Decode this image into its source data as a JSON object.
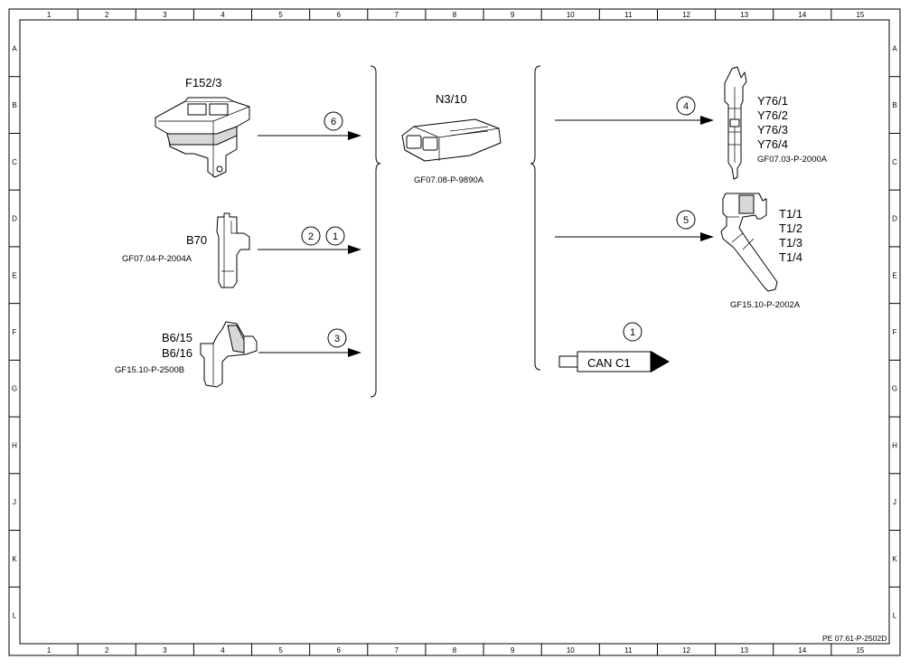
{
  "grid": {
    "columns": [
      "1",
      "2",
      "3",
      "4",
      "5",
      "6",
      "7",
      "8",
      "9",
      "10",
      "11",
      "12",
      "13",
      "14",
      "15"
    ],
    "rows": [
      "A",
      "B",
      "C",
      "D",
      "E",
      "F",
      "G",
      "H",
      "J",
      "K",
      "L"
    ]
  },
  "components": {
    "f152": {
      "label": "F152/3"
    },
    "b70": {
      "label": "B70",
      "ref": "GF07.04-P-2004A"
    },
    "b6": {
      "label1": "B6/15",
      "label2": "B6/16",
      "ref": "GF15.10-P-2500B"
    },
    "n310": {
      "label": "N3/10",
      "ref": "GF07.08-P-9890A"
    },
    "y76": {
      "label1": "Y76/1",
      "label2": "Y76/2",
      "label3": "Y76/3",
      "label4": "Y76/4",
      "ref": "GF07.03-P-2000A"
    },
    "t1": {
      "label1": "T1/1",
      "label2": "T1/2",
      "label3": "T1/3",
      "label4": "T1/4",
      "ref": "GF15.10-P-2002A"
    },
    "can": {
      "label": "CAN C1"
    }
  },
  "bubbles": {
    "f152": "6",
    "b70_a": "2",
    "b70_b": "1",
    "b6": "3",
    "y76": "4",
    "t1": "5",
    "can": "1"
  },
  "footer": {
    "doc_id": "PE 07.61-P-2502D"
  }
}
